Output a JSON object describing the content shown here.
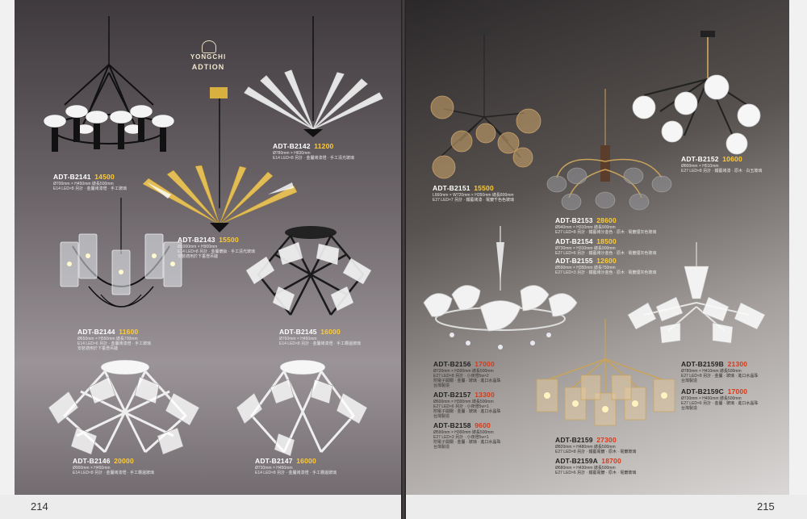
{
  "brand": {
    "line1": "YONGCHI",
    "line2": "ADTION"
  },
  "pages": {
    "left_number": "214",
    "right_number": "215"
  },
  "products": [
    {
      "id": "b2141",
      "model": "ADT-B2141",
      "price": "14500",
      "spec1": "Ø700mm × H450mm 總長500mm",
      "spec2": "E14 LED×8 另計 · 金屬烤漆燈 · 手工玻璃"
    },
    {
      "id": "b2142",
      "model": "ADT-B2142",
      "price": "11200",
      "spec1": "Ø780mm × H830mm",
      "spec2": "E14 LED×8 另計 · 金屬烤漆燈 · 手工清光玻璃"
    },
    {
      "id": "b2143",
      "model": "ADT-B2143",
      "price": "15500",
      "spec1": "Ø1000mm × H900mm",
      "spec2": "E14 LED×8 另計 · 金屬鍍鈦 · 手工清光玻璃",
      "spec3": "安裝適用於下垂燈吊鏈"
    },
    {
      "id": "b2144",
      "model": "ADT-B2144",
      "price": "11600",
      "spec1": "Ø650mm × H550mm 總長700mm",
      "spec2": "E14 LED×6 另計 · 金屬烤漆燈 · 手工玻璃",
      "spec3": "安裝適用於下垂燈吊鏈"
    },
    {
      "id": "b2145",
      "model": "ADT-B2145",
      "price": "16000",
      "spec1": "Ø760mm × H450mm",
      "spec2": "E14 LED×8 另計 · 金屬烤漆燈 · 手工霧邊玻璃"
    },
    {
      "id": "b2146",
      "model": "ADT-B2146",
      "price": "20000",
      "spec1": "Ø900mm × H450mm",
      "spec2": "E14 LED×8 另計 · 金屬烤漆燈 · 手工霧邊玻璃"
    },
    {
      "id": "b2147",
      "model": "ADT-B2147",
      "price": "16000",
      "spec1": "Ø730mm × H450mm",
      "spec2": "E14 LED×8 另計 · 金屬烤漆燈 · 手工霧邊玻璃"
    },
    {
      "id": "b2151",
      "model": "ADT-B2151",
      "price": "15500",
      "spec1": "L660mm × W720mm × H350mm 總長800mm",
      "spec2": "E27 LED×7 另計 · 鐵藝烤漆 · 電鍍千色色玻璃"
    },
    {
      "id": "b2152",
      "model": "ADT-B2152",
      "price": "10600",
      "spec1": "Ø800mm × H510mm",
      "spec2": "E27 LED×8 另計 · 鐵藝烤漆 · 原木 · 白玉玻璃"
    },
    {
      "id": "b2153",
      "model": "ADT-B2153",
      "price": "28600",
      "spec1": "Ø940mm × H310mm 總長900mm",
      "spec2": "E27 LED×8 另計 · 鐵藝烤沙金色 · 原木 · 電鍍煙灰色玻璃"
    },
    {
      "id": "b2154",
      "model": "ADT-B2154",
      "price": "18500",
      "spec1": "Ø730mm × H310mm 總長900mm",
      "spec2": "E27 LED×6 另計 · 鐵藝烤沙金色 · 原木 · 電鍍煙灰色玻璃"
    },
    {
      "id": "b2155",
      "model": "ADT-B2155",
      "price": "12600",
      "spec1": "Ø590mm × H350mm 總長750mm",
      "spec2": "E27 LED×3 另計 · 鐵藝烤沙金色 · 原木 · 電鍍煙灰色玻璃"
    },
    {
      "id": "b2156",
      "model": "ADT-B2156",
      "price": "17000",
      "spec1": "Ø720mm × H300mm 總長500mm",
      "spec2": "E27 LED×8 另計 · 小夜燈5w×2",
      "spec3": "附電子開關 · 金屬 · 玻璃 · 進口水晶珠",
      "spec4": "台灣製造"
    },
    {
      "id": "b2157",
      "model": "ADT-B2157",
      "price": "13300",
      "spec1": "Ø600mm × H300mm 總長500mm",
      "spec2": "E27 LED×6 另計 · 小夜燈5w×1",
      "spec3": "附電子開關 · 金屬 · 玻璃 · 進口水晶珠",
      "spec4": "台灣製造"
    },
    {
      "id": "b2158",
      "model": "ADT-B2158",
      "price": "9600",
      "spec1": "Ø590mm × H300mm 總長500mm",
      "spec2": "E27 LED×3 另計 · 小夜燈5w×1",
      "spec3": "附電子開關 · 金屬 · 玻璃 · 進口水晶珠",
      "spec4": "台灣製造"
    },
    {
      "id": "b2159",
      "model": "ADT-B2159",
      "price": "27300",
      "spec1": "Ø820mm × H480mm 總長500mm",
      "spec2": "E27 LED×8 另計 · 鐵藝電鍍 · 原木 · 電鍍玻璃"
    },
    {
      "id": "b2159a",
      "model": "ADT-B2159A",
      "price": "18700",
      "spec1": "Ø680mm × H430mm 總長500mm",
      "spec2": "E27 LED×6 另計 · 鐵藝電鍍 · 原木 · 電鍍玻璃"
    },
    {
      "id": "b2159b",
      "model": "ADT-B2159B",
      "price": "21300",
      "spec1": "Ø780mm × H410mm 總長500mm",
      "spec2": "E27 LED×8 另計 · 金屬 · 玻璃 · 進口水晶珠",
      "spec3": "台灣製造"
    },
    {
      "id": "b2159c",
      "model": "ADT-B2159C",
      "price": "17000",
      "spec1": "Ø730mm × H400mm 總長500mm",
      "spec2": "E27 LED×6 另計 · 金屬 · 玻璃 · 進口水晶珠",
      "spec3": "台灣製造"
    }
  ]
}
